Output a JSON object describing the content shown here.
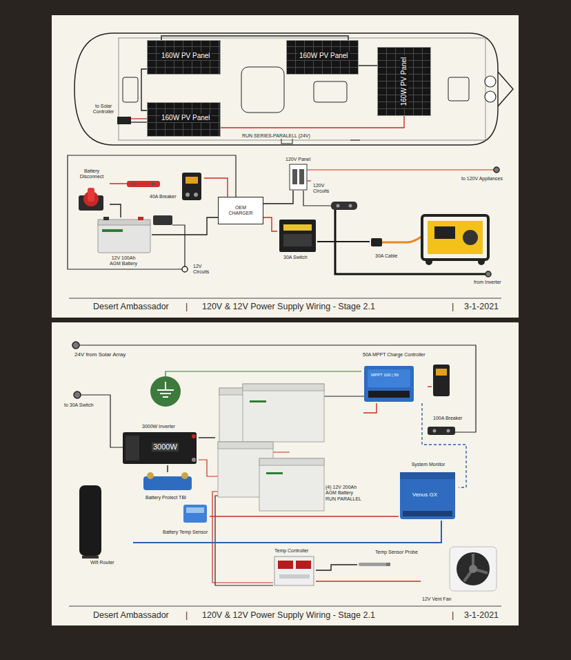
{
  "diagram": {
    "nodes": [
      {
        "text": [
          "160W PV Panel"
        ]
      },
      {
        "text": [
          "160W PV Panel"
        ]
      },
      {
        "text": [
          "160W PV Panel"
        ]
      },
      {
        "text": [
          "160W PV Panel"
        ]
      },
      {
        "text": [
          "Battery Disconnect"
        ]
      },
      {
        "text": [
          "40A Breaker"
        ]
      },
      {
        "text": [
          "12V 100Ah AGM Battery"
        ]
      },
      {
        "text": [
          "OEM CHARGER"
        ]
      },
      {
        "text": [
          "120V Panel"
        ]
      },
      {
        "text": [
          "30A Switch"
        ]
      },
      {
        "text": [
          "30A Cable"
        ]
      },
      {
        "text": [
          "50A MPPT Charge Controller",
          "MPPT 100 | 50"
        ]
      },
      {
        "text": [
          "100A Breaker"
        ]
      },
      {
        "text": [
          "3000W Inverter",
          "3000W"
        ]
      },
      {
        "text": [
          "(4) 12V 200Ah AGM Battery RUN PARALLEL"
        ]
      },
      {
        "text": [
          "System Monitor",
          "Venus GX"
        ]
      },
      {
        "text": [
          "Battery Protect TBI"
        ]
      },
      {
        "text": [
          "Battery Temp Sensor"
        ]
      },
      {
        "text": [
          "Wifi Router"
        ]
      },
      {
        "text": [
          "Temp Controller"
        ]
      },
      {
        "text": [
          "Temp Sensor Probe"
        ]
      },
      {
        "text": [
          "12V Vent Fan"
        ]
      }
    ],
    "edges": [
      {
        "from": 0,
        "to": 1,
        "arrow": "none"
      },
      {
        "from": 1,
        "to": 2,
        "arrow": "none"
      },
      {
        "from": 0,
        "to": 3,
        "arrow": "none"
      },
      {
        "from": 3,
        "to": 2,
        "arrow": "none"
      },
      {
        "from": 6,
        "to": 4,
        "arrow": "none"
      },
      {
        "from": 4,
        "to": 5,
        "arrow": "none"
      },
      {
        "from": 5,
        "to": 7,
        "arrow": "none"
      },
      {
        "from": 6,
        "to": 7,
        "arrow": "none"
      },
      {
        "from": 7,
        "to": 8,
        "arrow": "none"
      },
      {
        "from": 7,
        "to": 9,
        "arrow": "none"
      },
      {
        "from": 9,
        "to": 10,
        "arrow": "none"
      },
      {
        "from": 13,
        "to": 14,
        "arrow": "none"
      },
      {
        "from": 13,
        "to": 16,
        "arrow": "none"
      },
      {
        "from": 11,
        "to": 12,
        "arrow": "none"
      },
      {
        "from": 11,
        "to": 14,
        "arrow": "none"
      },
      {
        "from": 11,
        "to": 15,
        "arrow": "none"
      },
      {
        "from": 17,
        "to": 15,
        "arrow": "none"
      },
      {
        "from": 18,
        "to": 15,
        "arrow": "none"
      },
      {
        "from": 19,
        "to": 20,
        "arrow": "none"
      },
      {
        "from": 19,
        "to": 21,
        "arrow": "none"
      }
    ],
    "labels": [
      "to Solar Controller",
      "RUN SERIES-PARALELL (24V)",
      "12V Circuits",
      "120V Circuits",
      "to 120V Appliances",
      "from Inverter",
      "Desert Ambassador",
      "|",
      "120V & 12V Power Supply Wiring - Stage 2.1",
      "|",
      "3-1-2021",
      "24V from Solar Array",
      "to 30A Switch",
      "Desert Ambassador",
      "|",
      "120V & 12V Power Supply Wiring - Stage 2.1",
      "|",
      "3-1-2021"
    ]
  }
}
